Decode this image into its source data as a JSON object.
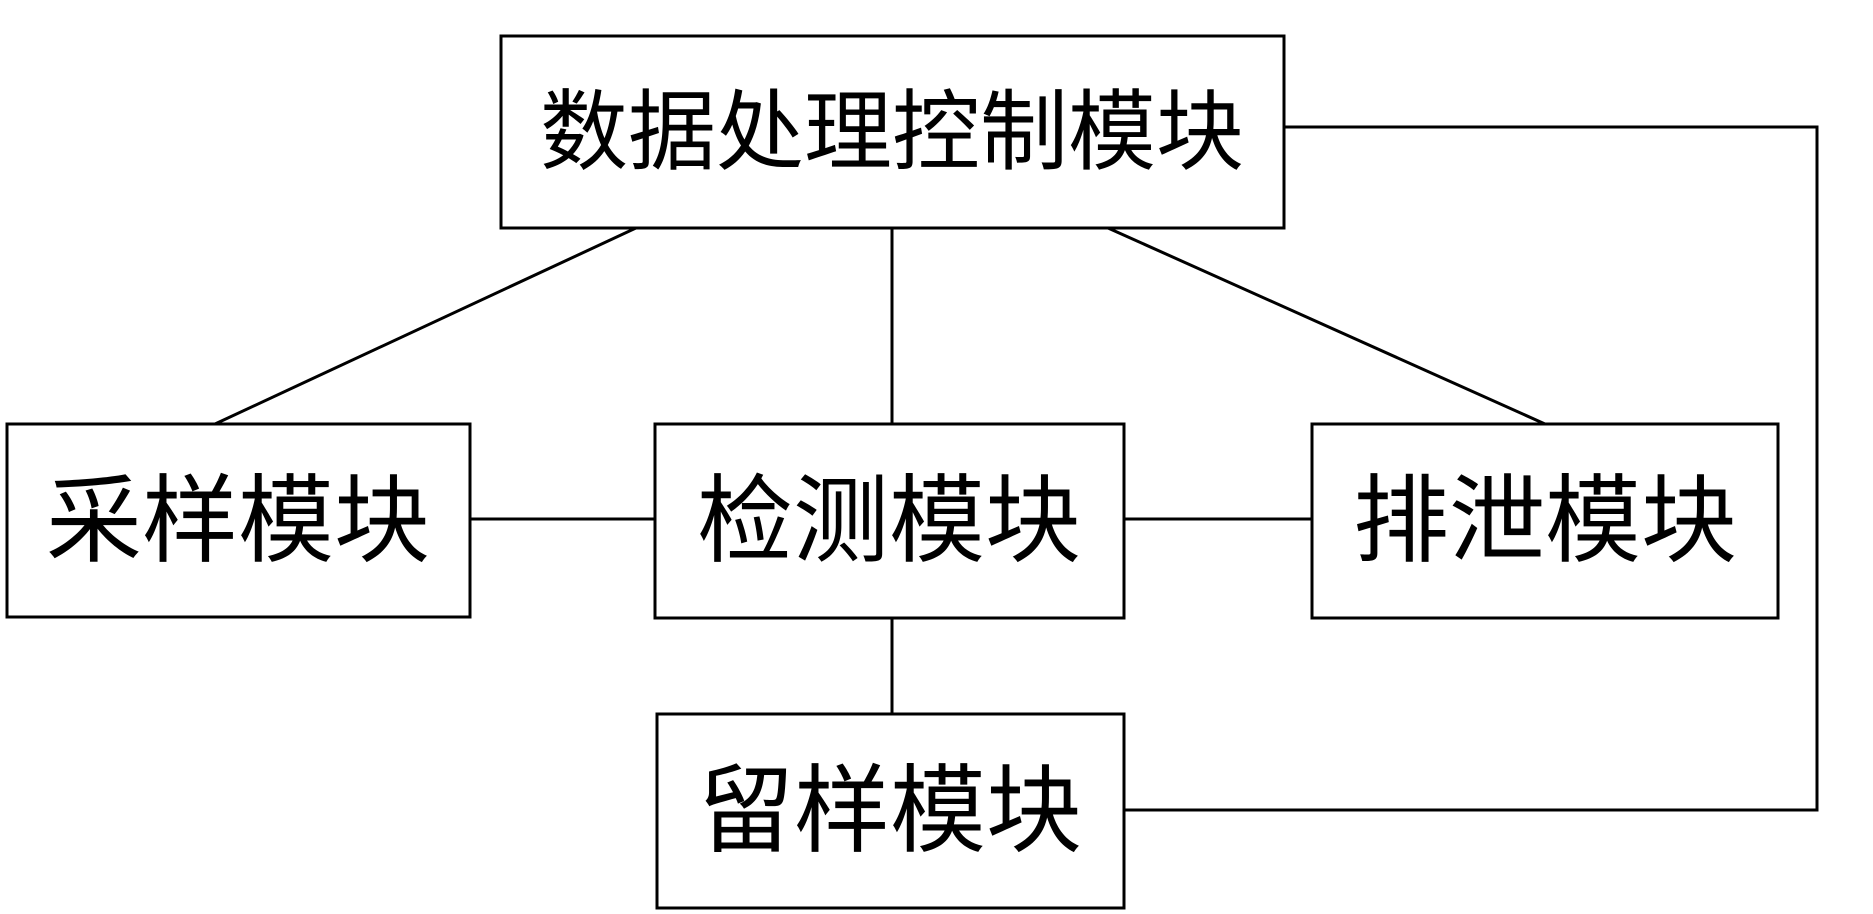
{
  "nodes": {
    "control": {
      "label": "数据处理控制模块"
    },
    "sampling": {
      "label": "采样模块"
    },
    "detection": {
      "label": "检测模块"
    },
    "drain": {
      "label": "排泄模块"
    },
    "retention": {
      "label": "留样模块"
    }
  },
  "edges": [
    {
      "from": "control",
      "to": "sampling"
    },
    {
      "from": "control",
      "to": "detection"
    },
    {
      "from": "control",
      "to": "drain"
    },
    {
      "from": "sampling",
      "to": "detection"
    },
    {
      "from": "detection",
      "to": "drain"
    },
    {
      "from": "detection",
      "to": "retention"
    },
    {
      "from": "control",
      "to": "retention"
    }
  ],
  "colors": {
    "stroke": "#000000",
    "background": "#ffffff"
  }
}
